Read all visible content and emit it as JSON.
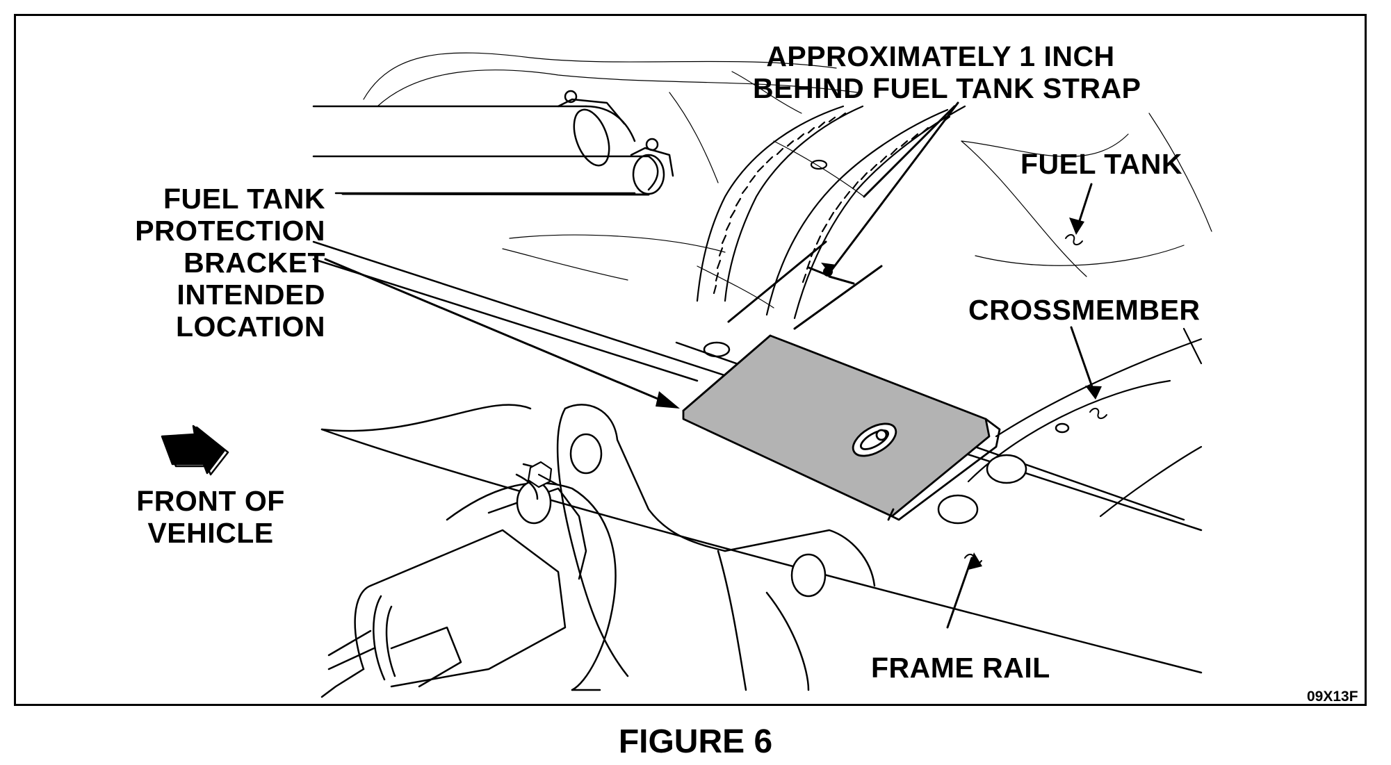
{
  "figure": {
    "caption": "FIGURE 6",
    "code": "09X13F",
    "labels": {
      "approx": "APPROXIMATELY 1 INCH\nBEHIND FUEL TANK STRAP",
      "fuel_tank": "FUEL TANK",
      "bracket": "FUEL TANK\nPROTECTION\nBRACKET\nINTENDED\nLOCATION",
      "crossmember": "CROSSMEMBER",
      "front": "FRONT OF\nVEHICLE",
      "frame_rail": "FRAME RAIL"
    }
  },
  "colors": {
    "line": "#000000",
    "bracket_fill": "#b3b3b3",
    "background": "#ffffff"
  }
}
